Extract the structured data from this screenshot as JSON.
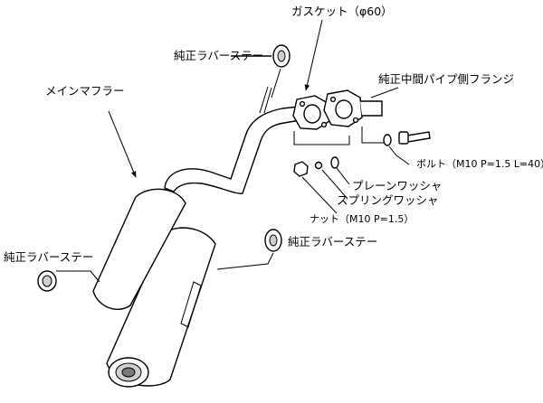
{
  "labels": {
    "gasket": "ガスケット（φ60）",
    "rubber_stay_top": "純正ラバーステー",
    "main_muffler": "メインマフラー",
    "flange": "純正中間パイプ側フランジ",
    "bolt": "ボルト（M10 P=1.5 L=40）",
    "plain_washer": "プレーンワッシャ",
    "spring_washer": "スプリングワッシャ",
    "nut": "ナット（M10 P=1.5）",
    "rubber_stay_mid": "純正ラバーステー",
    "rubber_stay_left": "純正ラバーステー"
  }
}
